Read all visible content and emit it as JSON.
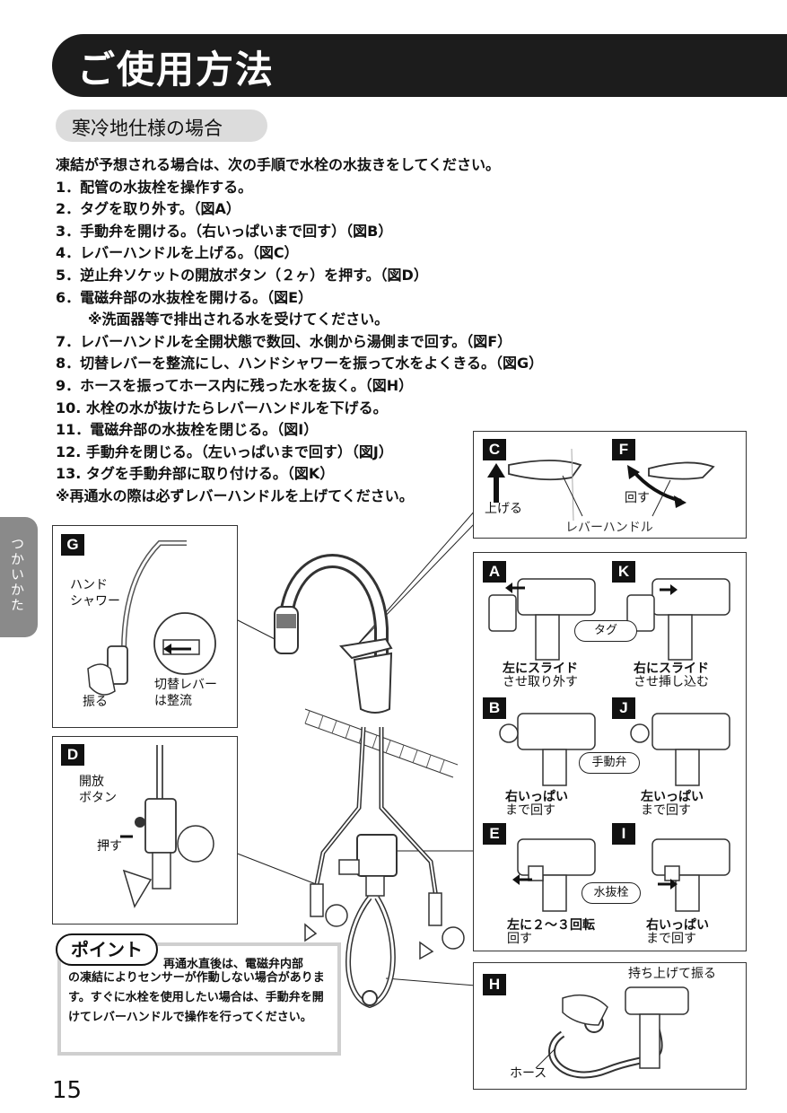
{
  "header": {
    "title": "ご使用方法"
  },
  "section": {
    "title": "寒冷地仕様の場合"
  },
  "steps": {
    "intro": "凍結が予想される場合は、次の手順で水栓の水抜きをしてください。",
    "items": [
      "1．配管の水抜栓を操作する。",
      "2．タグを取り外す。（図A）",
      "3．手動弁を開ける。（右いっぱいまで回す）（図B）",
      "4．レバーハンドルを上げる。（図C）",
      "5．逆止弁ソケットの開放ボタン（２ヶ）を押す。（図D）",
      "6．電磁弁部の水抜栓を開ける。（図E）",
      "※洗面器等で排出される水を受けてください。",
      "7．レバーハンドルを全開状態で数回、水側から湯側まで回す。（図F）",
      "8．切替レバーを整流にし、ハンドシャワーを振って水をよくきる。（図G）",
      "9．ホースを振ってホース内に残った水を抜く。（図H）",
      "10. 水栓の水が抜けたらレバーハンドルを下げる。",
      "11．電磁弁部の水抜栓を閉じる。（図I）",
      "12. 手動弁を閉じる。（左いっぱいまで回す）（図J）",
      "13. タグを手動弁部に取り付ける。（図K）",
      "※再通水の際は必ずレバーハンドルを上げてください。"
    ]
  },
  "side_tab": {
    "label": "つかいかた"
  },
  "page_number": "15",
  "figures": {
    "CF": {
      "label_c": "C",
      "label_f": "F",
      "raise": "上げる",
      "turn": "回す",
      "lever_handle": "レバーハンドル"
    },
    "G": {
      "label": "G",
      "hand_shower": "ハンド\nシャワー",
      "shake": "振る",
      "switch_lever": "切替レバー\nは整流"
    },
    "D": {
      "label": "D",
      "open_button": "開放\nボタン",
      "push": "押す"
    },
    "AK": {
      "label_a": "A",
      "label_k": "K",
      "tag": "タグ",
      "a_line1": "左にスライド",
      "a_line2": "させ取り外す",
      "k_line1": "右にスライド",
      "k_line2": "させ挿し込む"
    },
    "BJ": {
      "label_b": "B",
      "label_j": "J",
      "manual_valve": "手動弁",
      "b_line1": "右いっぱい",
      "b_line2": "まで回す",
      "j_line1": "左いっぱい",
      "j_line2": "まで回す"
    },
    "EI": {
      "label_e": "E",
      "label_i": "I",
      "drain": "水抜栓",
      "e_line1": "左に２〜３回転",
      "e_line2": "回す",
      "i_line1": "右いっぱい",
      "i_line2": "まで回す"
    },
    "H": {
      "label": "H",
      "lift_shake": "持ち上げて振る",
      "hose": "ホース"
    }
  },
  "point": {
    "tag": "ポイント",
    "line1": "再通水直後は、電磁弁内部",
    "rest": "の凍結によりセンサーが作動しない場合があります。すぐに水栓を使用したい場合は、手動弁を開けてレバーハンドルで操作を行ってください。"
  }
}
